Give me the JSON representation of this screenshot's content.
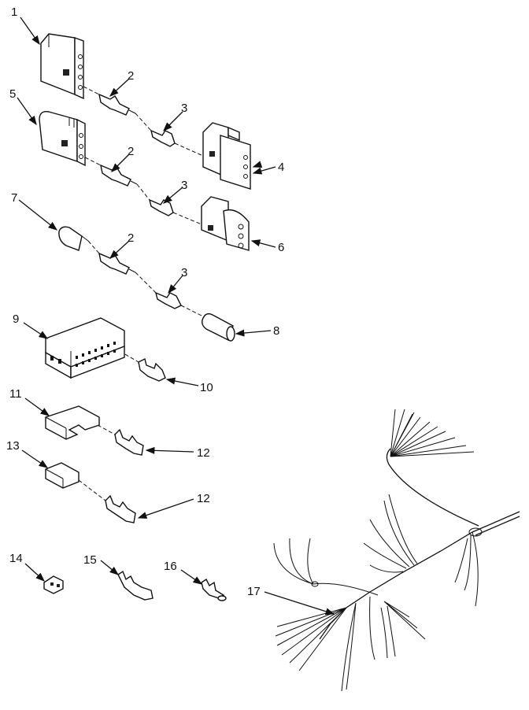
{
  "callouts": {
    "c1": "1",
    "c2a": "2",
    "c2b": "2",
    "c2c": "2",
    "c3a": "3",
    "c3b": "3",
    "c3c": "3",
    "c4": "4",
    "c5": "5",
    "c6": "6",
    "c7": "7",
    "c8": "8",
    "c9": "9",
    "c10": "10",
    "c11": "11",
    "c12a": "12",
    "c12b": "12",
    "c13": "13",
    "c14": "14",
    "c15": "15",
    "c16": "16",
    "c17": "17"
  },
  "colors": {
    "ink": "#111111",
    "paper": "#ffffff"
  }
}
